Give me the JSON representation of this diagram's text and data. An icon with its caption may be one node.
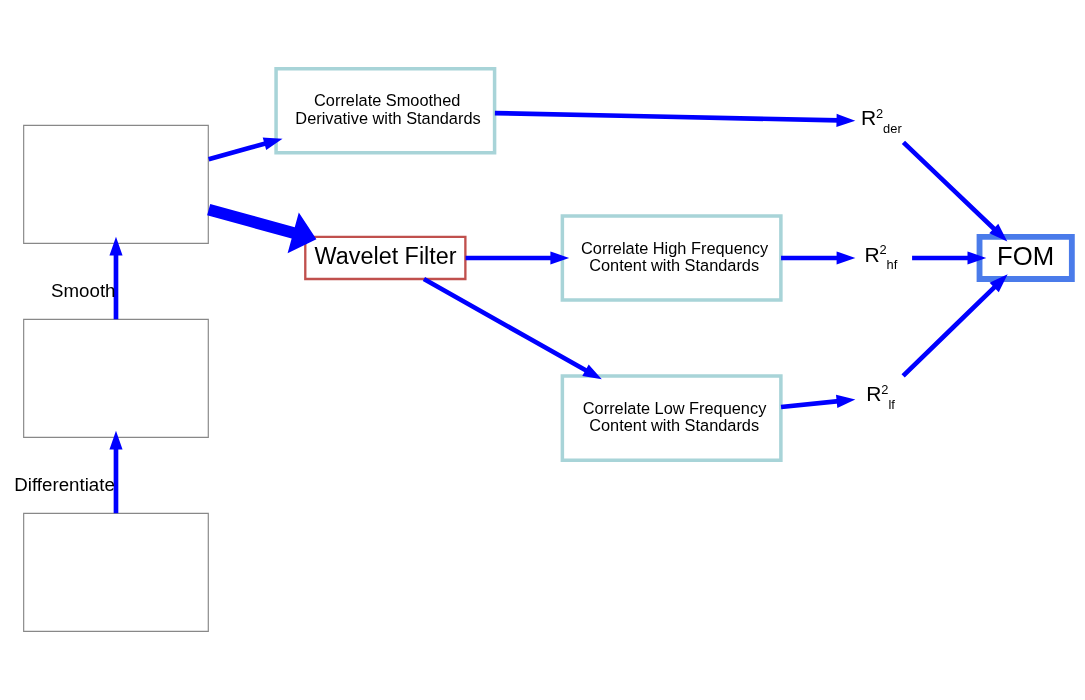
{
  "diagram": {
    "nodes": [
      {
        "text": [],
        "shape": "box"
      },
      {
        "text": [],
        "shape": "box"
      },
      {
        "text": [],
        "shape": "box"
      },
      {
        "text": [
          "Correlate Smoothed Derivative with Standards"
        ]
      },
      {
        "text": [
          "Wavelet Filter"
        ]
      },
      {
        "text": [
          "Correlate High Frequency Content with Standards"
        ]
      },
      {
        "text": [
          "Correlate Low Frequency Content with Standards"
        ]
      },
      {
        "text": [
          "R$^{2}$$_{der}$"
        ]
      },
      {
        "text": [
          "R$^{2}$$_{hf}$"
        ]
      },
      {
        "text": [
          "R$^{2}$$_{lf}$"
        ]
      },
      {
        "text": [
          "FOM"
        ]
      }
    ],
    "edges": [
      {
        "from": 2,
        "to": 1,
        "arrow": "to",
        "label": "Differentiate"
      },
      {
        "from": 1,
        "to": 0,
        "arrow": "to",
        "label": "Smooth"
      },
      {
        "from": 0,
        "to": 3,
        "arrow": "to"
      },
      {
        "from": 0,
        "to": 4,
        "arrow": "to",
        "style": "thick"
      },
      {
        "from": 4,
        "to": 5,
        "arrow": "to"
      },
      {
        "from": 4,
        "to": 6,
        "arrow": "to"
      },
      {
        "from": 3,
        "to": 7,
        "arrow": "to"
      },
      {
        "from": 5,
        "to": 8,
        "arrow": "to"
      },
      {
        "from": 6,
        "to": 9,
        "arrow": "to"
      },
      {
        "from": 7,
        "to": 10,
        "arrow": "to"
      },
      {
        "from": 8,
        "to": 10,
        "arrow": "to"
      },
      {
        "from": 9,
        "to": 10,
        "arrow": "to"
      }
    ]
  }
}
